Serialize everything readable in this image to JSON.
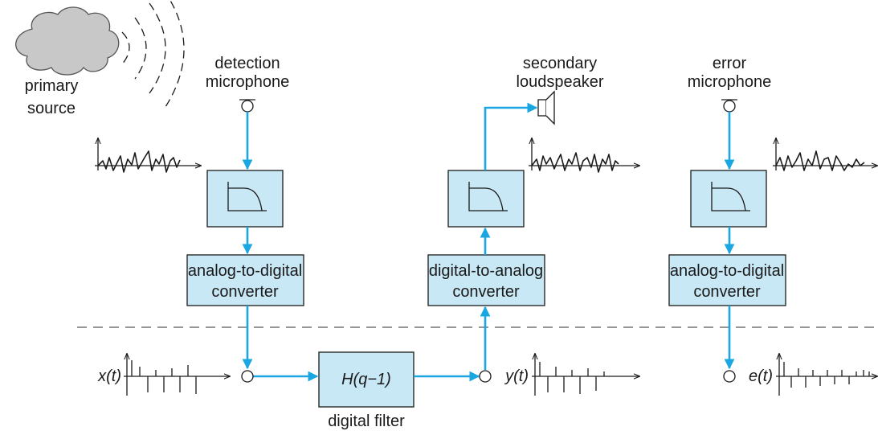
{
  "labels": {
    "primary_source": [
      "primary",
      "source"
    ],
    "detection_mic": [
      "detection",
      "microphone"
    ],
    "secondary_speaker": [
      "secondary",
      "loudspeaker"
    ],
    "error_mic": [
      "error",
      "microphone"
    ],
    "adc_left": [
      "analog-to-digital",
      "converter"
    ],
    "dac": [
      "digital-to-analog",
      "converter"
    ],
    "adc_right": [
      "analog-to-digital",
      "converter"
    ],
    "filter": "H(q−1)",
    "filter_caption": "digital filter",
    "x_signal": "x(t)",
    "y_signal": "y(t)",
    "e_signal": "e(t)"
  },
  "colors": {
    "block_fill": "#c9e8f6",
    "signal_line": "#1aa6e0",
    "cloud_fill": "#c8c8c8"
  },
  "icons": [
    "microphone-icon",
    "loudspeaker-icon",
    "low-pass-filter-icon",
    "cloud-icon",
    "sound-wave-icon"
  ]
}
